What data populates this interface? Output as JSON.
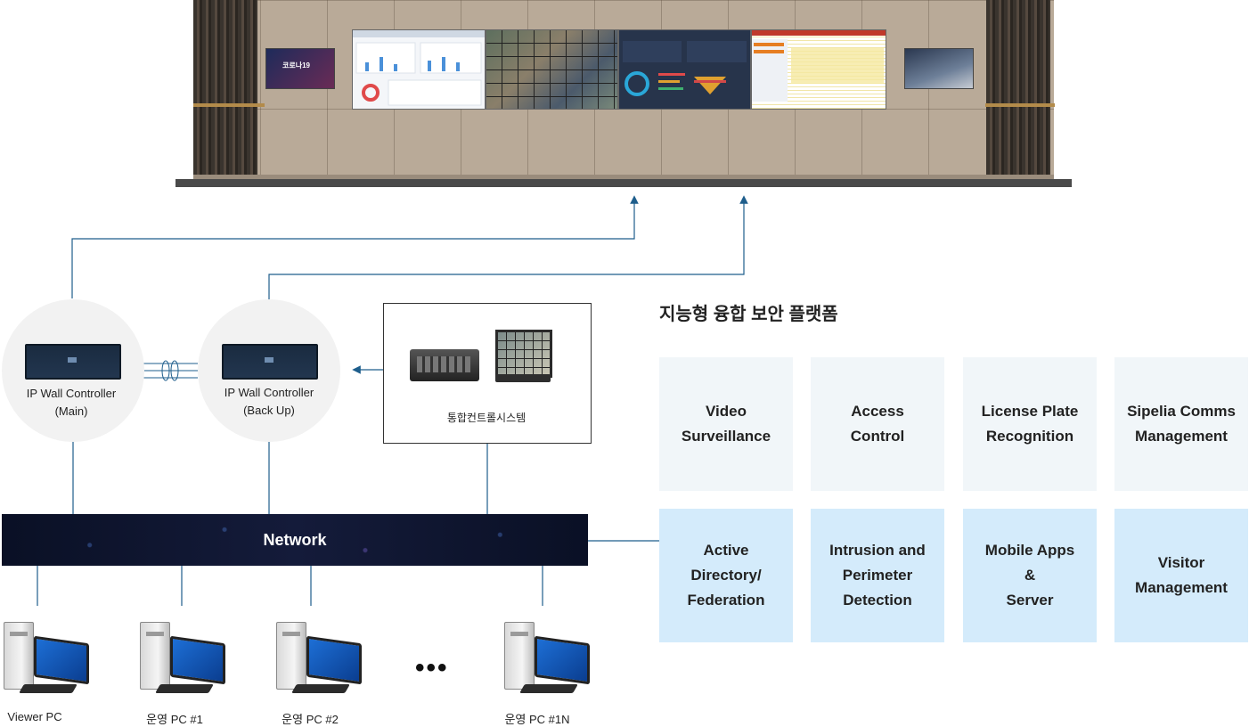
{
  "controllers": [
    {
      "id": "main",
      "label": "IP Wall Controller\n(Main)"
    },
    {
      "id": "backup",
      "label": "IP Wall Controller\n(Back Up)"
    }
  ],
  "integrated_control": {
    "label": "통합컨트롤시스템"
  },
  "network": {
    "label": "Network"
  },
  "pcs": [
    {
      "label": "Viewer PC"
    },
    {
      "label": "운영 PC #1"
    },
    {
      "label": "운영 PC #2"
    },
    {
      "label": "운영 PC #1N"
    }
  ],
  "ellipsis": "•••",
  "video_wall": {
    "news_screen_text": "코로나19"
  },
  "platform": {
    "title": "지능형 융합 보안 플랫폼",
    "tiles": [
      {
        "label": "Video\nSurveillance",
        "style": "light"
      },
      {
        "label": "Access\nControl",
        "style": "light"
      },
      {
        "label": "License Plate\nRecognition",
        "style": "light"
      },
      {
        "label": "Sipelia Comms\nManagement",
        "style": "light"
      },
      {
        "label": "Active\nDirectory/\nFederation",
        "style": "blue"
      },
      {
        "label": "Intrusion and\nPerimeter\nDetection",
        "style": "blue"
      },
      {
        "label": "Mobile Apps\n&\nServer",
        "style": "blue"
      },
      {
        "label": "Visitor\nManagement",
        "style": "blue"
      }
    ]
  },
  "colors": {
    "connector": "#1e5e8c",
    "tile_light": "#f1f6f9",
    "tile_blue": "#d4ebfb",
    "network_bg": "#0a1025"
  }
}
